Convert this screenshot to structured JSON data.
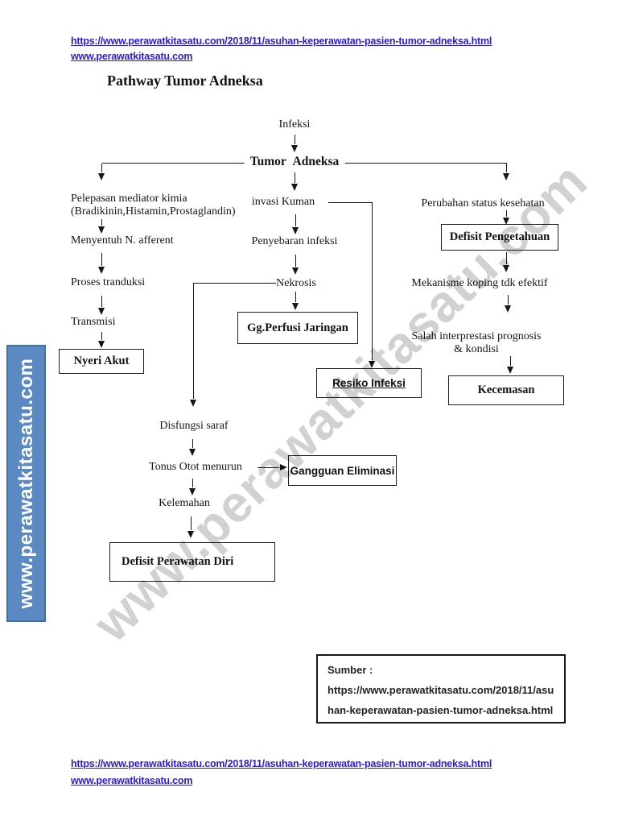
{
  "page": {
    "header_link_main": "https://www.perawatkitasatu.com/2018/11/asuhan-keperawatan-pasien-tumor-adneksa.html",
    "header_link_home": "www.perawatkitasatu.com",
    "title": "Pathway Tumor Adneksa",
    "footer_link_main": "https://www.perawatkitasatu.com/2018/11/asuhan-keperawatan-pasien-tumor-adneksa.html",
    "footer_link_home": "www.perawatkitasatu.com"
  },
  "flow": {
    "infeksi": "Infeksi",
    "tumor_adneksa": "Tumor Adneksa",
    "pelepasan_line1": "Pelepasan mediator kimia",
    "pelepasan_line2": "(Bradikinin,Histamin,Prostaglandin)",
    "menyentuh": "Menyentuh N. afferent",
    "proses": "Proses tranduksi",
    "transmisi": "Transmisi",
    "nyeri_akut": "Nyeri Akut",
    "invasi": "invasi Kuman",
    "penyebaran": "Penyebaran infeksi",
    "nekrosis": "Nekrosis",
    "gg_perfusi": "Gg.Perfusi Jaringan",
    "resiko_infeksi": "Resiko Infeksi",
    "perubahan": "Perubahan status kesehatan",
    "defisit_pengetahuan": "Defisit Pengetahuan",
    "mekanisme": "Mekanisme koping tdk efektif",
    "salah_line1": "Salah interprestasi prognosis",
    "salah_line2": "& kondisi",
    "kecemasan": "Kecemasan",
    "disfungsi": "Disfungsi saraf",
    "tonus": "Tonus Otot menurun",
    "gangguan_eliminasi": "Gangguan Eliminasi",
    "kelemahan": "Kelemahan",
    "defisit_perawatan": "Defisit Perawatan Diri"
  },
  "sumber": {
    "label": "Sumber :",
    "url_line1": "https://www.perawatkitasatu.com/2018/11/asu",
    "url_line2": "han-keperawatan-pasien-tumor-adneksa.html"
  },
  "watermark": {
    "diagonal_text": "www.perawatkitasatu.com",
    "sidebar_text": "www.perawatkitasatu.com"
  },
  "colors": {
    "link_blue": "#2b1cd6",
    "sidebar_blue": "#5b89c1",
    "sidebar_border": "#41719c",
    "watermark_gray": "#c9c9c9"
  }
}
